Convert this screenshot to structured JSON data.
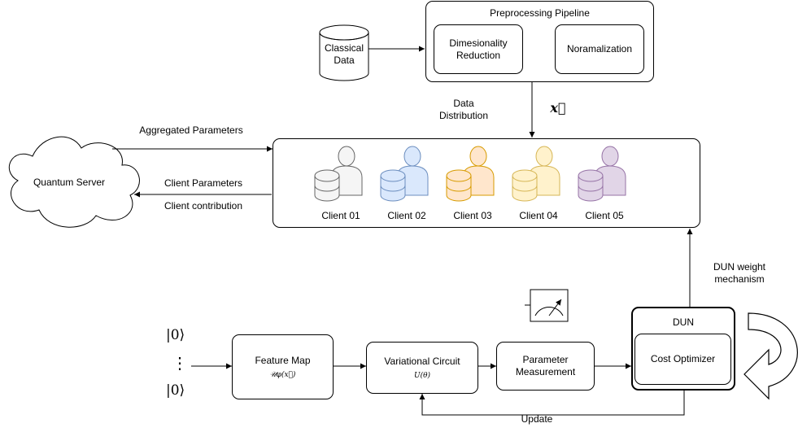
{
  "preprocessing": {
    "title": "Preprocessing Pipeline",
    "dim_reduction_line1": "Dimesionality",
    "dim_reduction_line2": "Reduction",
    "normalization": "Noramalization"
  },
  "classical_data": {
    "line1": "Classical",
    "line2": "Data"
  },
  "data_distribution": {
    "line1": "Data",
    "line2": "Distribution"
  },
  "vector_symbol": "x⃗",
  "server": {
    "label": "Quantum Server",
    "aggregated_parameters": "Aggregated Parameters",
    "client_parameters": "Client Parameters",
    "client_contribution": "Client contribution"
  },
  "clients": [
    {
      "label": "Client 01",
      "color": "#f5f5f5",
      "stroke": "#666666"
    },
    {
      "label": "Client 02",
      "color": "#dae8fc",
      "stroke": "#6c8ebf"
    },
    {
      "label": "Client 03",
      "color": "#ffe6cc",
      "stroke": "#d79b00"
    },
    {
      "label": "Client 04",
      "color": "#fff2cc",
      "stroke": "#d6b656"
    },
    {
      "label": "Client 05",
      "color": "#e1d5e7",
      "stroke": "#9673a6"
    }
  ],
  "dun_weight": {
    "line1": "DUN weight",
    "line2": "mechanism"
  },
  "kets": {
    "top": "|0⟩",
    "bottom": "|0⟩",
    "dots": "⋮"
  },
  "feature_map": {
    "label": "Feature Map",
    "formula": "𝒰φ(x⃗)"
  },
  "variational": {
    "label": "Variational Circuit",
    "formula": "U(θ)"
  },
  "measurement": {
    "line1": "Parameter",
    "line2": "Measurement"
  },
  "dun": {
    "title": "DUN",
    "optimizer": "Cost Optimizer"
  },
  "update_label": "Update"
}
